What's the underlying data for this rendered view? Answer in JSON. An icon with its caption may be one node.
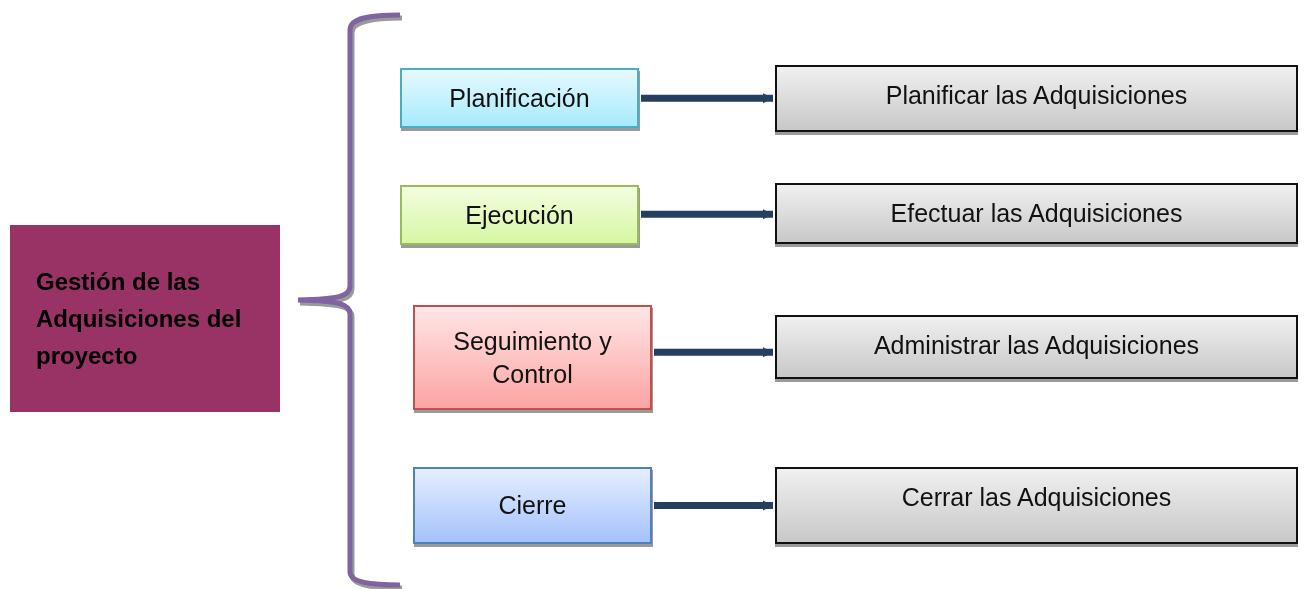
{
  "diagram": {
    "nodes": [
      {
        "text": [
          "Gestión de las Adquisiciones del proyecto"
        ]
      },
      {
        "text": [
          "Planificación"
        ]
      },
      {
        "text": [
          "Ejecución"
        ]
      },
      {
        "text": [
          "Seguimiento y Control"
        ]
      },
      {
        "text": [
          "Cierre"
        ]
      },
      {
        "text": [
          "Planificar las Adquisiciones"
        ]
      },
      {
        "text": [
          "Efectuar las Adquisiciones"
        ]
      },
      {
        "text": [
          "Administrar las Adquisiciones"
        ]
      },
      {
        "text": [
          "Cerrar las Adquisiciones"
        ]
      }
    ],
    "edges": [
      {
        "from": 1,
        "to": 5,
        "arrow": "to"
      },
      {
        "from": 2,
        "to": 6,
        "arrow": "to"
      },
      {
        "from": 3,
        "to": 7,
        "arrow": "to"
      },
      {
        "from": 4,
        "to": 8,
        "arrow": "to"
      }
    ]
  }
}
